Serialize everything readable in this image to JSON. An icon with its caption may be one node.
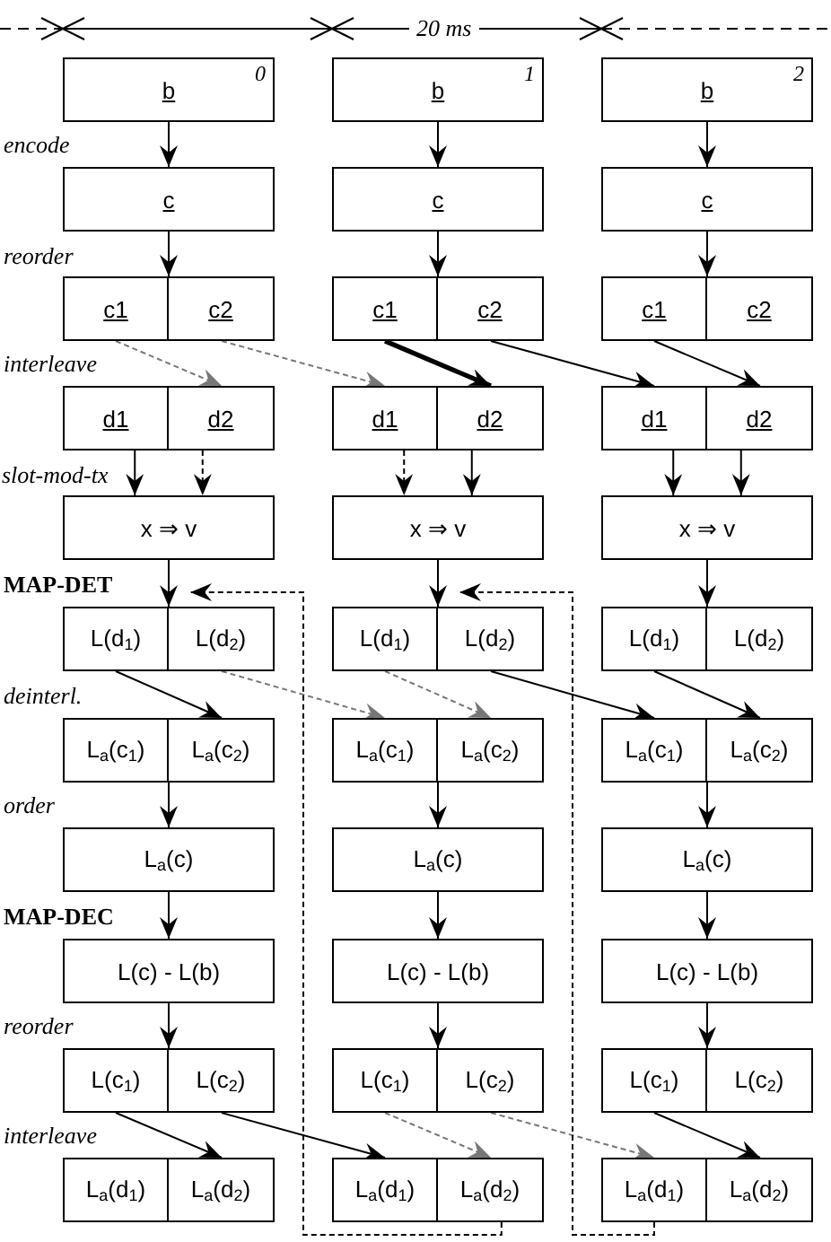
{
  "diagram": {
    "nodes": [
      {
        "text": [
          "b",
          "0"
        ]
      },
      {
        "text": [
          "b",
          "1"
        ]
      },
      {
        "text": [
          "b",
          "2"
        ]
      },
      {
        "text": [
          "c"
        ]
      },
      {
        "text": [
          "c"
        ]
      },
      {
        "text": [
          "c"
        ]
      },
      {
        "text": [],
        "shape": "box"
      },
      {
        "text": [
          "c1"
        ],
        "in": 6
      },
      {
        "text": [
          "c2"
        ],
        "in": 6
      },
      {
        "text": [],
        "shape": "box"
      },
      {
        "text": [
          "c1"
        ],
        "in": 9
      },
      {
        "text": [
          "c2"
        ],
        "in": 9
      },
      {
        "text": [],
        "shape": "box"
      },
      {
        "text": [
          "c1"
        ],
        "in": 12
      },
      {
        "text": [
          "c2"
        ],
        "in": 12
      },
      {
        "text": [],
        "shape": "box"
      },
      {
        "text": [
          "d1"
        ],
        "in": 15
      },
      {
        "text": [
          "d2"
        ],
        "in": 15
      },
      {
        "text": [],
        "shape": "box"
      },
      {
        "text": [
          "d1"
        ],
        "in": 18
      },
      {
        "text": [
          "d2"
        ],
        "in": 18
      },
      {
        "text": [],
        "shape": "box"
      },
      {
        "text": [
          "d1"
        ],
        "in": 21
      },
      {
        "text": [
          "d2"
        ],
        "in": 21
      },
      {
        "text": [
          "x ⇒ v"
        ]
      },
      {
        "text": [
          "x ⇒ v"
        ]
      },
      {
        "text": [
          "x ⇒ v"
        ]
      },
      {
        "text": [],
        "shape": "box"
      },
      {
        "text": [
          "L(d$_{1}$)"
        ],
        "in": 27
      },
      {
        "text": [
          "L(d$_{2}$)"
        ],
        "in": 27
      },
      {
        "text": [],
        "shape": "box"
      },
      {
        "text": [
          "L(d$_{1}$)"
        ],
        "in": 30
      },
      {
        "text": [
          "L(d$_{2}$)"
        ],
        "in": 30
      },
      {
        "text": [],
        "shape": "box"
      },
      {
        "text": [
          "L(d$_{1}$)"
        ],
        "in": 33
      },
      {
        "text": [
          "L(d$_{2}$)"
        ],
        "in": 33
      },
      {
        "text": [],
        "shape": "box"
      },
      {
        "text": [
          "L$_{a}$(c$_{1}$)"
        ],
        "in": 36
      },
      {
        "text": [
          "L$_{a}$(c$_{2}$)"
        ],
        "in": 36
      },
      {
        "text": [],
        "shape": "box"
      },
      {
        "text": [
          "L$_{a}$(c$_{1}$)"
        ],
        "in": 39
      },
      {
        "text": [
          "L$_{a}$(c$_{2}$)"
        ],
        "in": 39
      },
      {
        "text": [],
        "shape": "box"
      },
      {
        "text": [
          "L$_{a}$(c$_{1}$)"
        ],
        "in": 42
      },
      {
        "text": [
          "L$_{a}$(c$_{2}$)"
        ],
        "in": 42
      },
      {
        "text": [
          "L$_{a}$(c)"
        ]
      },
      {
        "text": [
          "L$_{a}$(c)"
        ]
      },
      {
        "text": [
          "L$_{a}$(c)"
        ]
      },
      {
        "text": [
          "L(c) - L(b)"
        ]
      },
      {
        "text": [
          "L(c) - L(b)"
        ]
      },
      {
        "text": [
          "L(c) - L(b)"
        ]
      },
      {
        "text": [],
        "shape": "box"
      },
      {
        "text": [
          "L(c$_{1}$)"
        ],
        "in": 51
      },
      {
        "text": [
          "L(c$_{2}$)"
        ],
        "in": 51
      },
      {
        "text": [],
        "shape": "box"
      },
      {
        "text": [
          "L(c$_{1}$)"
        ],
        "in": 54
      },
      {
        "text": [
          "L(c$_{2}$)"
        ],
        "in": 54
      },
      {
        "text": [],
        "shape": "box"
      },
      {
        "text": [
          "L(c$_{1}$)"
        ],
        "in": 57
      },
      {
        "text": [
          "L(c$_{2}$)"
        ],
        "in": 57
      },
      {
        "text": [],
        "shape": "box"
      },
      {
        "text": [
          "L$_{a}$(d$_{1}$)"
        ],
        "in": 60
      },
      {
        "text": [
          "L$_{a}$(d$_{2}$)"
        ],
        "in": 60
      },
      {
        "text": [],
        "shape": "box"
      },
      {
        "text": [
          "L$_{a}$(d$_{1}$)"
        ],
        "in": 63
      },
      {
        "text": [
          "L$_{a}$(d$_{2}$)"
        ],
        "in": 63
      },
      {
        "text": [],
        "shape": "box"
      },
      {
        "text": [
          "L$_{a}$(d$_{1}$)"
        ],
        "in": 66
      },
      {
        "text": [
          "L$_{a}$(d$_{2}$)"
        ],
        "in": 66
      }
    ],
    "edges": [
      {
        "from": 0,
        "to": 3,
        "arrow": "to"
      },
      {
        "from": 1,
        "to": 4,
        "arrow": "to"
      },
      {
        "from": 2,
        "to": 5,
        "arrow": "to"
      },
      {
        "from": 3,
        "to": 6,
        "arrow": "to"
      },
      {
        "from": 4,
        "to": 9,
        "arrow": "to"
      },
      {
        "from": 5,
        "to": 12,
        "arrow": "to"
      },
      {
        "from": 7,
        "to": 17,
        "arrow": "to",
        "style": "dashed",
        "color": "#777777"
      },
      {
        "from": 8,
        "to": 19,
        "arrow": "to",
        "style": "dashed",
        "color": "#777777"
      },
      {
        "from": 10,
        "to": 20,
        "arrow": "to",
        "style": "thick"
      },
      {
        "from": 11,
        "to": 22,
        "arrow": "to"
      },
      {
        "from": 13,
        "to": 23,
        "arrow": "to"
      },
      {
        "from": 16,
        "to": 24,
        "arrow": "to"
      },
      {
        "from": 17,
        "to": 24,
        "arrow": "to",
        "style": "dashed"
      },
      {
        "from": 19,
        "to": 25,
        "arrow": "to",
        "style": "dashed"
      },
      {
        "from": 20,
        "to": 25,
        "arrow": "to"
      },
      {
        "from": 22,
        "to": 26,
        "arrow": "to"
      },
      {
        "from": 23,
        "to": 26,
        "arrow": "to"
      },
      {
        "from": 24,
        "to": 27,
        "arrow": "to"
      },
      {
        "from": 25,
        "to": 30,
        "arrow": "to"
      },
      {
        "from": 26,
        "to": 33,
        "arrow": "to"
      },
      {
        "from": 28,
        "to": 38,
        "arrow": "to"
      },
      {
        "from": 29,
        "to": 40,
        "arrow": "to",
        "style": "dashed",
        "color": "#777777"
      },
      {
        "from": 31,
        "to": 41,
        "arrow": "to",
        "style": "dashed",
        "color": "#777777"
      },
      {
        "from": 32,
        "to": 43,
        "arrow": "to"
      },
      {
        "from": 34,
        "to": 44,
        "arrow": "to"
      },
      {
        "from": 36,
        "to": 45,
        "arrow": "to"
      },
      {
        "from": 39,
        "to": 46,
        "arrow": "to"
      },
      {
        "from": 42,
        "to": 47,
        "arrow": "to"
      },
      {
        "from": 45,
        "to": 48,
        "arrow": "to"
      },
      {
        "from": 46,
        "to": 49,
        "arrow": "to"
      },
      {
        "from": 47,
        "to": 50,
        "arrow": "to"
      },
      {
        "from": 48,
        "to": 51,
        "arrow": "to"
      },
      {
        "from": 49,
        "to": 54,
        "arrow": "to"
      },
      {
        "from": 50,
        "to": 57,
        "arrow": "to"
      },
      {
        "from": 52,
        "to": 62,
        "arrow": "to"
      },
      {
        "from": 53,
        "to": 64,
        "arrow": "to"
      },
      {
        "from": 55,
        "to": 65,
        "arrow": "to",
        "style": "dashed",
        "color": "#777777"
      },
      {
        "from": 56,
        "to": 67,
        "arrow": "to",
        "style": "dashed",
        "color": "#777777"
      },
      {
        "from": 58,
        "to": 68,
        "arrow": "to"
      },
      {
        "from": 65,
        "to": 27,
        "arrow": "to",
        "style": "dashed"
      },
      {
        "from": 67,
        "to": 30,
        "arrow": "to",
        "style": "dashed"
      }
    ],
    "labels": [
      "20 ms",
      "encode",
      "reorder",
      "interleave",
      "slot-mod-tx",
      "MAP-DET",
      "deinterl.",
      "order",
      "MAP-DEC",
      "reorder",
      "interleave"
    ]
  }
}
